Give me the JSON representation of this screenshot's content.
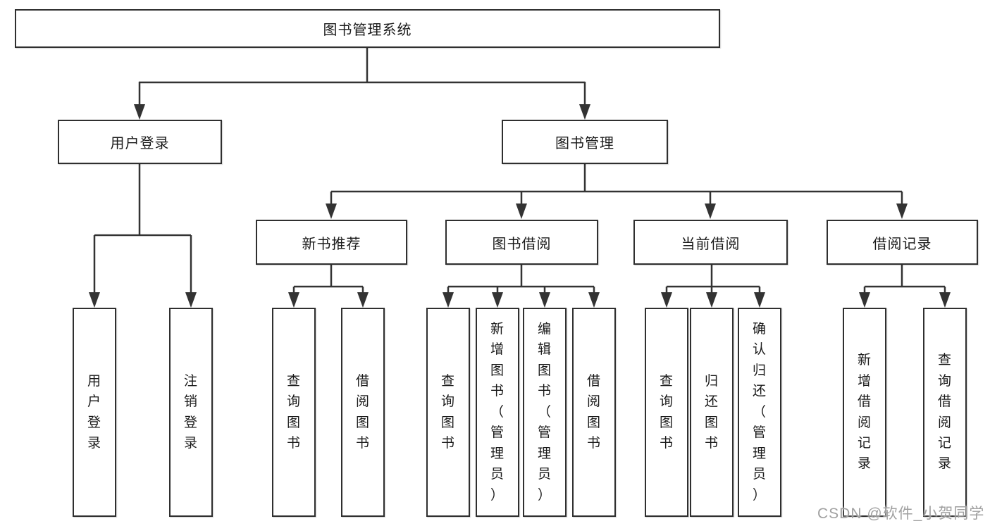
{
  "diagram": {
    "watermark": "CSDN @软件_小贺同学",
    "colors": {
      "line": "#333333",
      "box_border": "#2f2f2f",
      "text": "#1a1a1a",
      "watermark": "#a0a0a0",
      "background": "#ffffff"
    },
    "root": {
      "label": "图书管理系统"
    },
    "level2": [
      {
        "id": "user-login",
        "label": "用户登录"
      },
      {
        "id": "book-management",
        "label": "图书管理"
      }
    ],
    "level3": [
      {
        "id": "new-book-recommendation",
        "parent": "图书管理",
        "label": "新书推荐"
      },
      {
        "id": "book-borrowing",
        "parent": "图书管理",
        "label": "图书借阅"
      },
      {
        "id": "current-borrowing",
        "parent": "图书管理",
        "label": "当前借阅"
      },
      {
        "id": "borrowing-records",
        "parent": "图书管理",
        "label": "借阅记录"
      }
    ],
    "leaves": [
      {
        "parent": "用户登录",
        "label": "用户登录"
      },
      {
        "parent": "用户登录",
        "label": "注销登录"
      },
      {
        "parent": "新书推荐",
        "label": "查询图书"
      },
      {
        "parent": "新书推荐",
        "label": "借阅图书"
      },
      {
        "parent": "图书借阅",
        "label": "查询图书"
      },
      {
        "parent": "图书借阅",
        "label": "新增图书（管理员）"
      },
      {
        "parent": "图书借阅",
        "label": "编辑图书（管理员）"
      },
      {
        "parent": "图书借阅",
        "label": "借阅图书"
      },
      {
        "parent": "当前借阅",
        "label": "查询图书"
      },
      {
        "parent": "当前借阅",
        "label": "归还图书"
      },
      {
        "parent": "当前借阅",
        "label": "确认归还（管理员）"
      },
      {
        "parent": "借阅记录",
        "label": "新增借阅记录"
      },
      {
        "parent": "借阅记录",
        "label": "查询借阅记录"
      }
    ]
  }
}
